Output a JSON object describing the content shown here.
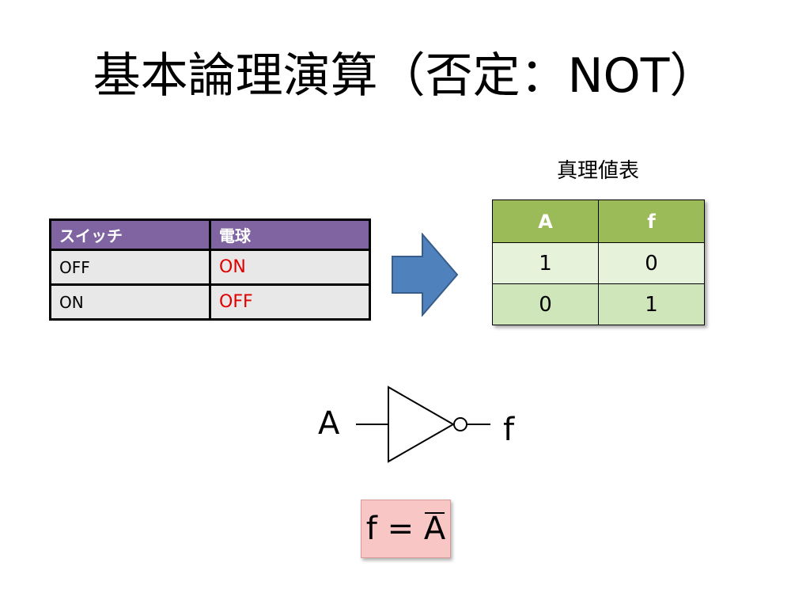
{
  "title": "基本論理演算（否定：NOT）",
  "switch_table": {
    "headers": [
      "スイッチ",
      "電球"
    ],
    "rows": [
      [
        "OFF",
        "ON"
      ],
      [
        "ON",
        "OFF"
      ]
    ],
    "colors": {
      "header_bg": "#8064a2",
      "cell_bg": "#e8e8e8",
      "lamp_text": "#e00000"
    }
  },
  "arrow": {
    "icon": "right-arrow-icon",
    "fill": "#4f81bd",
    "stroke": "#385d8a"
  },
  "truth_table": {
    "caption": "真理値表",
    "headers": [
      "A",
      "f"
    ],
    "rows": [
      [
        "1",
        "0"
      ],
      [
        "0",
        "1"
      ]
    ],
    "colors": {
      "header_bg": "#9bbb59",
      "row1_bg": "#e6f2d9",
      "row2_bg": "#cfe6bb"
    }
  },
  "gate": {
    "icon": "not-gate-icon",
    "input_label": "A",
    "output_label": "f"
  },
  "formula": {
    "lhs": "f",
    "eq": "=",
    "rhs": "A",
    "bg": "#f9c6c6"
  }
}
